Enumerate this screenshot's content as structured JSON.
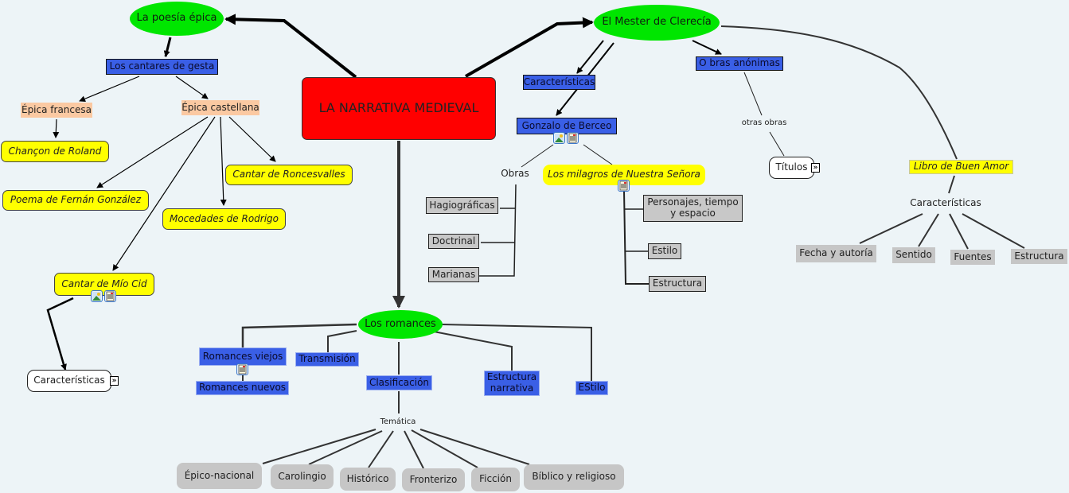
{
  "root": {
    "label": "LA NARRATIVA MEDIEVAL"
  },
  "epica": {
    "title": "La poesía épica",
    "cantares": "Los cantares de gesta",
    "francesa": "Épica francesa",
    "castellana": "Épica castellana",
    "roland": "Chançon de Roland",
    "fernan": "Poema de Fernán González",
    "mocedades": "Mocedades de Rodrigo",
    "roncesvalles": "Cantar de Roncesvalles",
    "mio_cid": "Cantar de Mío Cid",
    "caracteristicas": "Características",
    "expand_glyph": "»"
  },
  "mester": {
    "title": "El Mester de Clerecía",
    "caracteristicas": "Características",
    "anonimas": "O bras anónimas",
    "otras_obras": "otras obras",
    "titulos": "Títulos",
    "berceo": "Gonzalo de Berceo",
    "obras": "Obras",
    "obras_items": [
      "Hagiográficas",
      "Doctrinal",
      "Marianas"
    ],
    "milagros": "Los milagros de Nuestra Señora",
    "milagros_items": [
      "Personajes, tiempo y espacio",
      "Estilo",
      "Estructura"
    ],
    "buen_amor": "Libro de Buen Amor",
    "buen_amor_caract": "Características",
    "buen_amor_items": [
      "Fecha y autoría",
      "Sentido",
      "Fuentes",
      "Estructura"
    ]
  },
  "romances": {
    "title": "Los romances",
    "viejos": "Romances viejos",
    "nuevos": "Romances nuevos",
    "transmision": "Transmisión",
    "clasificacion": "Clasificación",
    "estructura": "Estructura narrativa",
    "estilo": "EStilo",
    "tematica": "Temática",
    "tematica_items": [
      "Épico-nacional",
      "Carolingio",
      "Histórico",
      "Fronterizo",
      "Ficción",
      "Bíblico y religioso"
    ]
  },
  "icons": {
    "image": "image-attachment-icon",
    "document": "document-attachment-icon",
    "expand": "expand-submap-icon"
  },
  "colors": {
    "background": "#edf4f7",
    "root": "#ff0000",
    "ellipse": "#00e600",
    "blue": "#3a5fe6",
    "yellow": "#ffff00",
    "peach": "#fbc9a2",
    "grey": "#c6c6c6"
  }
}
